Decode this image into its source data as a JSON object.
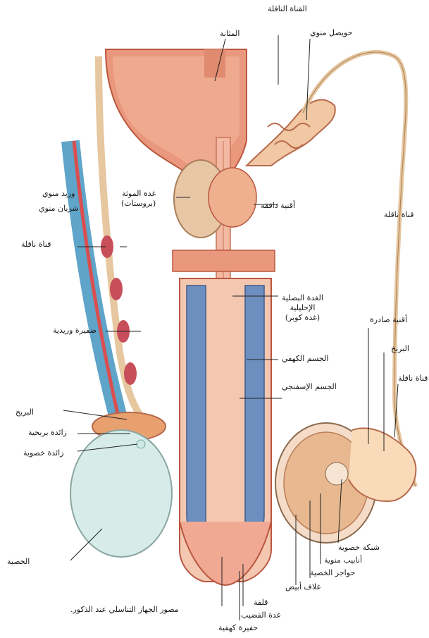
{
  "labels": {
    "vas_deferens_top": "القناة الناقلة",
    "seminal_vesicle": "حويصل منوي",
    "bladder": "المثانة",
    "prostate": "غدة الموثة\n(بروستات)",
    "ejaculatory_duct": "أقنية دافقة",
    "vas_deferens_right": "قناة ناقلة",
    "spermatic_vein": "وريد منوي",
    "spermatic_artery": "شريان منوي",
    "vas_deferens_left": "قناة ناقلة",
    "bulbourethral": "الغدة البصلية\nالإحليلية\n(غدة كوبر)",
    "pampiniform": "ضفيرة وريدية",
    "corpus_cavernosum": "الجسم الكهفي",
    "corpus_spongiosum": "الجسم الإسفنجي",
    "efferent_ducts": "أقنية صادرة",
    "epididymis_right": "البربخ",
    "vas_deferens_lower": "قناة ناقلة",
    "epididymis_left": "البربخ",
    "epididymal_appendix": "زائدة بربخية",
    "testis_appendix": "زائدة خصوية",
    "rete_testis": "شبكة خصوية",
    "seminiferous": "أنابيب منوية",
    "septa": "حواجز الخصية",
    "tunica": "غلاف أبيض",
    "testis": "الخصية",
    "foreskin": "قلفة",
    "glans": "غدة القضيب",
    "fossa": "حفيرة كهفية"
  },
  "caption": "مصور الجهاز التناسلي عند الذكور."
}
